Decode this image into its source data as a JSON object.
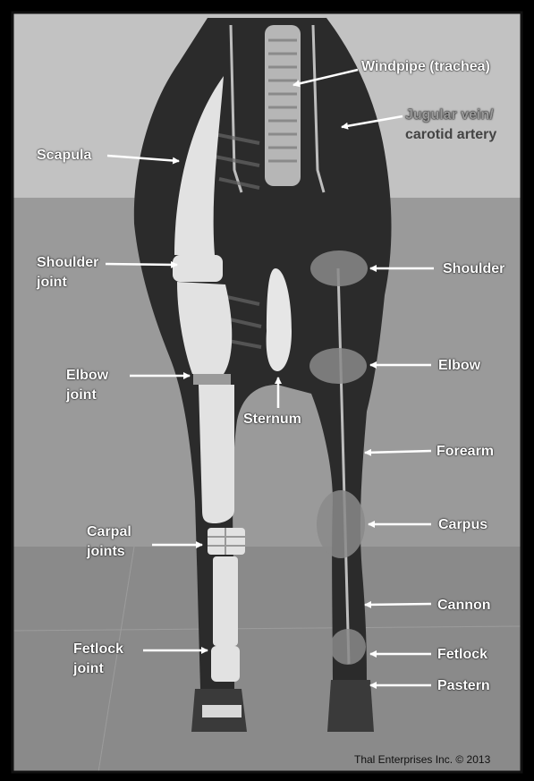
{
  "labels": {
    "windpipe": "Windpipe (trachea)",
    "jugular_1": "Jugular vein/",
    "jugular_2": "carotid artery",
    "scapula": "Scapula",
    "shoulder_joint_1": "Shoulder",
    "shoulder_joint_2": "joint",
    "elbow_joint_1": "Elbow",
    "elbow_joint_2": "joint",
    "sternum": "Sternum",
    "carpal_1": "Carpal",
    "carpal_2": "joints",
    "fetlock_joint_1": "Fetlock",
    "fetlock_joint_2": "joint",
    "shoulder": "Shoulder",
    "elbow": "Elbow",
    "forearm": "Forearm",
    "carpus": "Carpus",
    "cannon": "Cannon",
    "fetlock": "Fetlock",
    "pastern": "Pastern"
  },
  "credit": "Thal Enterprises Inc.   © 2013",
  "colors": {
    "frame": "#000000",
    "wall": "#b8b8b8",
    "floor": "#8e8e8e",
    "horse": "#2a2a2a",
    "bone": "#e2e2e2",
    "label": "#ffffff"
  }
}
